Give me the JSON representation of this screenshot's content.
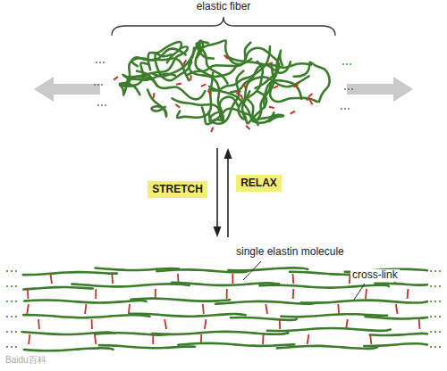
{
  "diagram": {
    "nodes": [
      {
        "text": [
          "STRETCH"
        ]
      },
      {
        "text": [
          "RELAX"
        ]
      }
    ],
    "labels": [
      "elastic fiber",
      "single elastin molecule",
      "cross-link",
      "Baidu百科"
    ]
  }
}
